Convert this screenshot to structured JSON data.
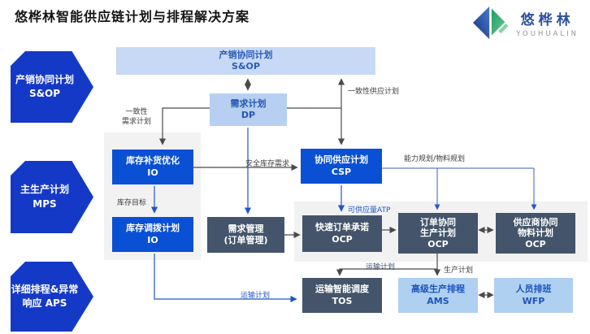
{
  "title": "悠桦林智能供应链计划与排程解决方案",
  "logo": {
    "name_cn": "悠桦林",
    "name_en": "YOUHUALIN"
  },
  "colors": {
    "chevron_blue": "#1539c7",
    "node_blue": "#0a50d4",
    "node_slate": "#44546a",
    "node_light_blue": "#c7d9f4",
    "line_dark": "#4a4a4a",
    "line_blue": "#2156c8"
  },
  "left_arrows": [
    {
      "line1": "产销协同计划",
      "line2": "S&OP"
    },
    {
      "line1": "主生产计划",
      "line2": "MPS"
    },
    {
      "line1": "详细排程&异常",
      "line2": "响应 APS"
    }
  ],
  "boxes": {
    "sop": {
      "line1": "产销协同计划",
      "line2": "S&OP"
    },
    "dp": {
      "line1": "需求计划",
      "line2": "DP"
    },
    "io_replenish": {
      "line1": "库存补货优化",
      "line2": "IO"
    },
    "io_transfer": {
      "line1": "库存调拨计划",
      "line2": "IO"
    },
    "csp": {
      "line1": "协同供应计划",
      "line2": "CSP"
    },
    "demand_mgmt": {
      "line1": "需求管理",
      "line2": "(订单管理)"
    },
    "ocp_promise": {
      "line1": "快速订单承诺",
      "line2": "OCP"
    },
    "ocp_production": {
      "line1": "订单协同",
      "line2": "生产计划",
      "line3": "OCP"
    },
    "ocp_supplier": {
      "line1": "供应商协同",
      "line2": "物料计划",
      "line3": "OCP"
    },
    "tos": {
      "line1": "运输智能调度",
      "line2": "TOS"
    },
    "ams": {
      "line1": "高级生产排程",
      "line2": "AMS"
    },
    "wfp": {
      "line1": "人员排班",
      "line2": "WFP"
    }
  },
  "edge_labels": {
    "consistent_demand_1": "一致性",
    "consistent_demand_2": "需求计划",
    "consistent_supply": "一致性供应计划",
    "safety_stock": "安全库存需求",
    "inventory_target": "库存目标",
    "capacity_material": "能力规划/物料规划",
    "atp": "可供应量ATP",
    "transport_plan_left": "运输计划",
    "transport_plan_mid": "运输计划",
    "production_plan": "生产计划"
  }
}
